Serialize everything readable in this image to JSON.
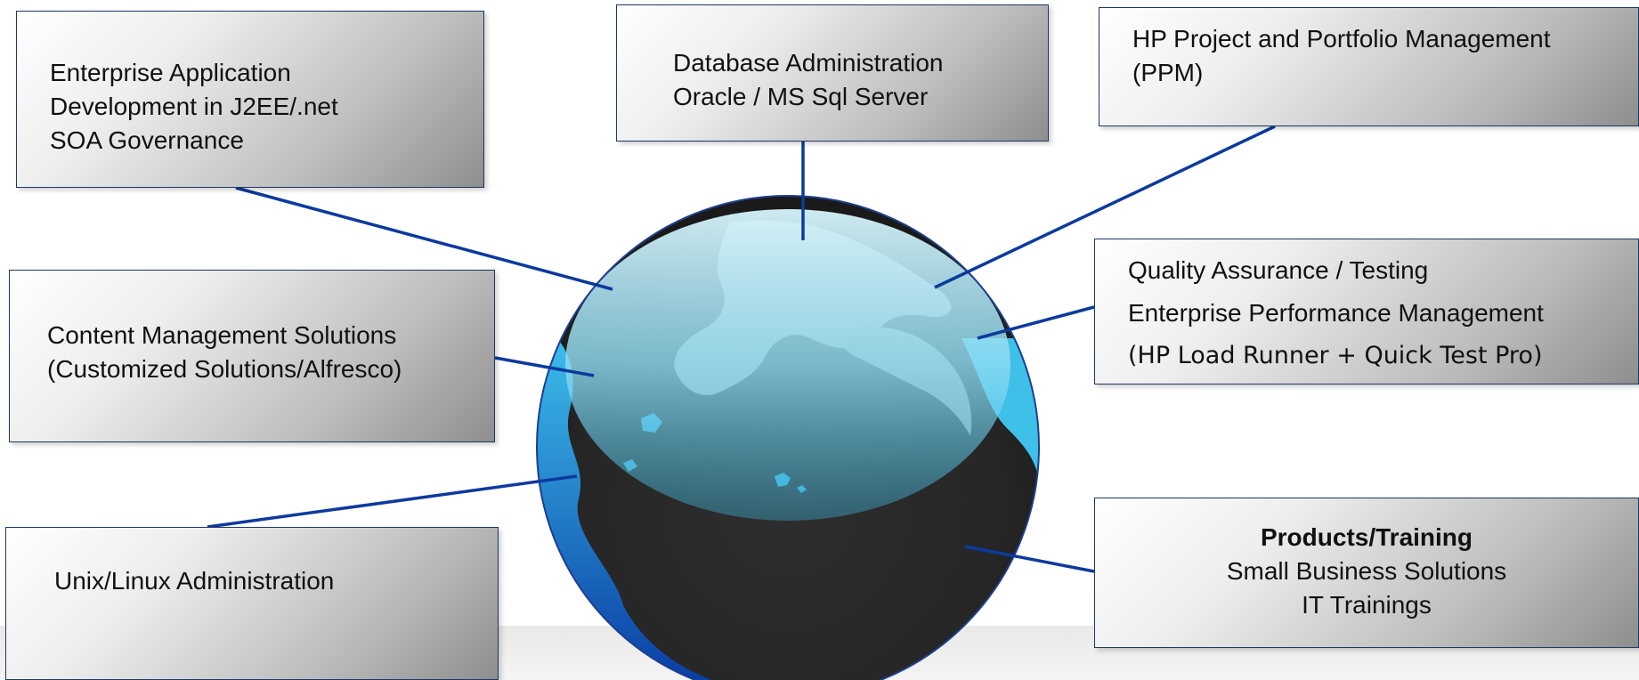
{
  "diagram": {
    "colors": {
      "connector": "#0b3a9e",
      "box_border": "#1f3864",
      "globe_ocean_dark": "#2a2a2a",
      "globe_cyan": "#3fc0e8",
      "land_gray": "#a9a9a9"
    },
    "center_icon": "globe-icon",
    "boxes": {
      "enterprise_app": {
        "lines": [
          "Enterprise Application",
          "Development in J2EE/.net",
          "SOA Governance"
        ]
      },
      "database_admin": {
        "lines": [
          "Database Administration",
          "Oracle / MS Sql Server"
        ]
      },
      "hp_ppm": {
        "lines": [
          "HP Project and Portfolio Management",
          "(PPM)"
        ]
      },
      "content_mgmt": {
        "lines": [
          "Content Management Solutions",
          "(Customized Solutions/Alfresco)"
        ]
      },
      "quality_assurance": {
        "lines": [
          "Quality Assurance / Testing",
          "Enterprise Performance Management",
          "(HP Load Runner + Quick Test Pro)"
        ]
      },
      "unix_linux": {
        "lines": [
          "Unix/Linux Administration"
        ]
      },
      "products_training": {
        "lines": [
          "Products/Training",
          "Small Business Solutions",
          "IT Trainings"
        ]
      }
    }
  }
}
